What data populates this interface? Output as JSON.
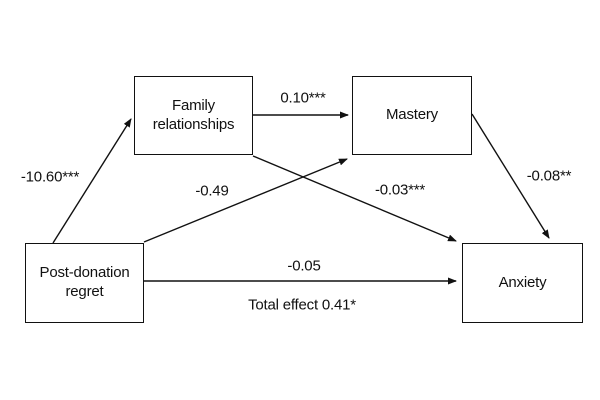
{
  "diagram": {
    "nodes": {
      "family": {
        "label": "Family relationships"
      },
      "mastery": {
        "label": "Mastery"
      },
      "regret": {
        "label": "Post-donation regret"
      },
      "anxiety": {
        "label": "Anxiety"
      }
    },
    "edges": {
      "regret_family": {
        "from": "Post-donation regret",
        "to": "Family relationships",
        "label": "-10.60***"
      },
      "family_mastery": {
        "from": "Family relationships",
        "to": "Mastery",
        "label": "0.10***"
      },
      "regret_mastery": {
        "from": "Post-donation regret",
        "to": "Mastery",
        "label": "-0.49"
      },
      "family_anxiety": {
        "from": "Family relationships",
        "to": "Anxiety",
        "label": "-0.03***"
      },
      "mastery_anxiety": {
        "from": "Mastery",
        "to": "Anxiety",
        "label": "-0.08**"
      },
      "regret_anxiety": {
        "from": "Post-donation regret",
        "to": "Anxiety",
        "label": "-0.05"
      },
      "total_effect": {
        "from": "Post-donation regret",
        "to": "Anxiety",
        "label": "Total effect 0.41*"
      }
    },
    "colors": {
      "line": "#111111",
      "box_border": "#111111",
      "text": "#111111",
      "background": "#ffffff"
    }
  }
}
